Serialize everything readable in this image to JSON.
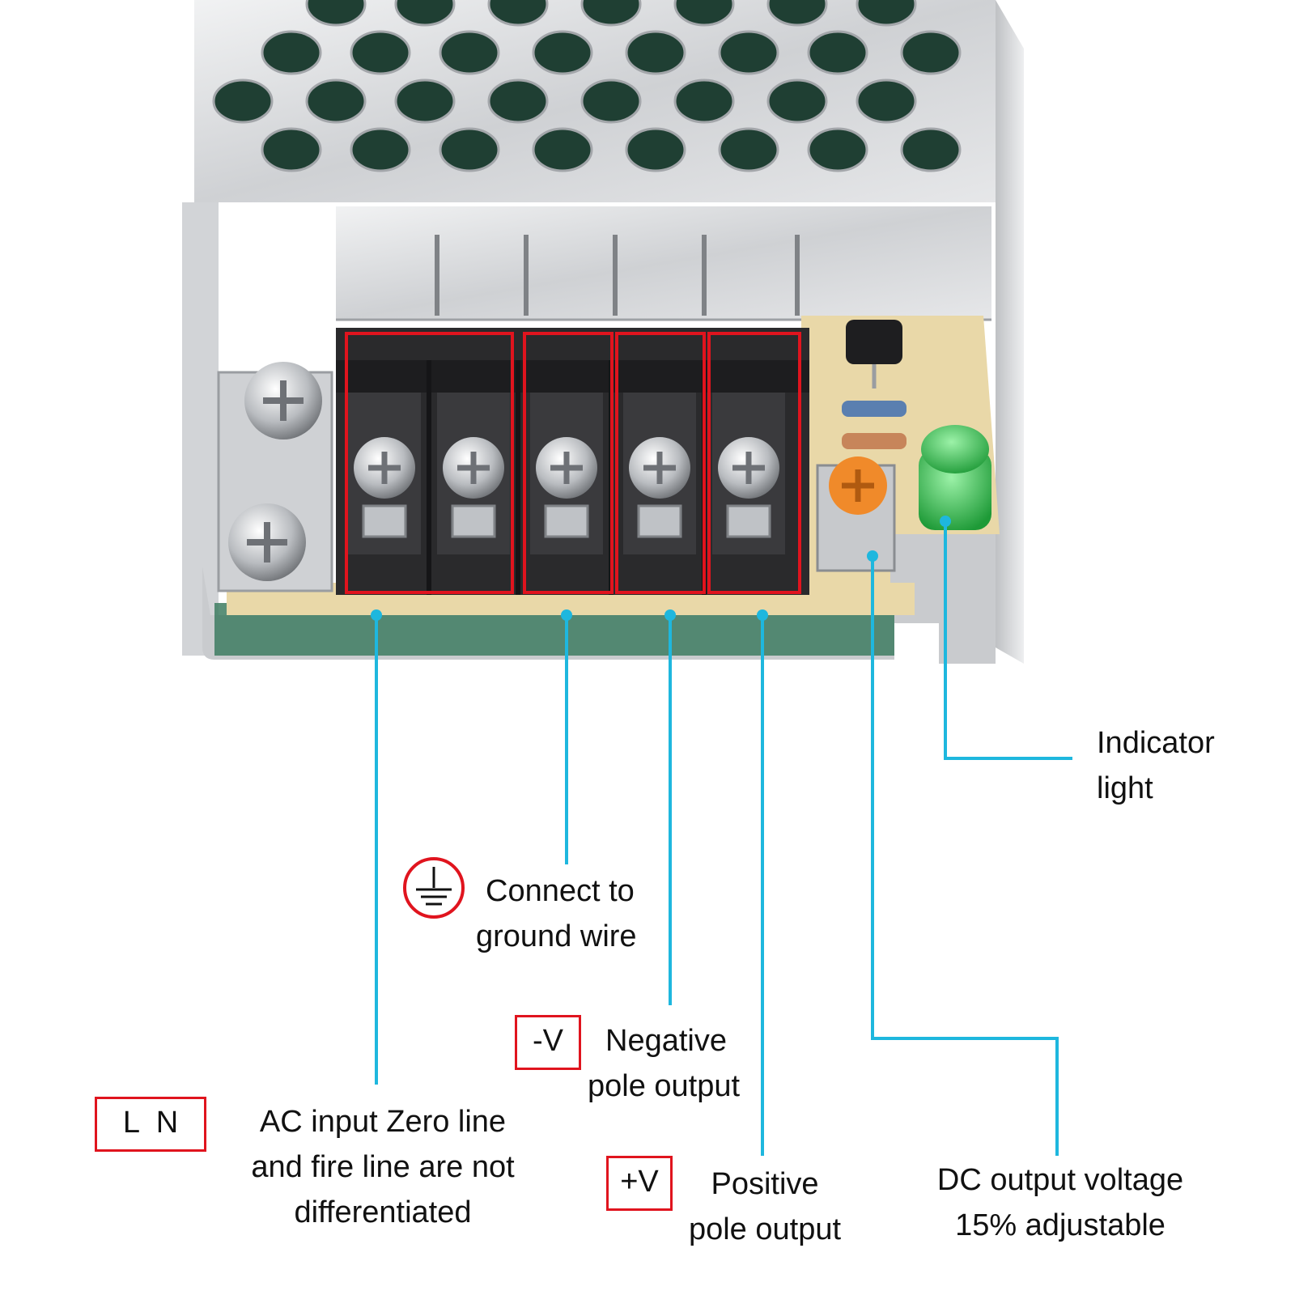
{
  "colors": {
    "leader_line": "#1eb7de",
    "highlight_box": "#e0141e",
    "casing": "#d9dadc",
    "terminal_block": "#2a2a2c",
    "pcb": "#e9d8a8",
    "led": "#33c24d",
    "trimmer": "#f08a2a"
  },
  "tags": {
    "ac_input": "L  N",
    "negative": "-V",
    "positive": "+V",
    "ground_icon": "ground-symbol-icon"
  },
  "labels": {
    "ground": [
      "Connect to",
      "ground wire"
    ],
    "negative": [
      "Negative",
      "pole output"
    ],
    "ac_input": [
      "AC input Zero line",
      "and fire line are not",
      "differentiated"
    ],
    "positive": [
      "Positive",
      "pole output"
    ],
    "voltage_adjust": [
      "DC output voltage",
      "15% adjustable"
    ],
    "indicator": [
      "Indicator",
      "light"
    ]
  }
}
